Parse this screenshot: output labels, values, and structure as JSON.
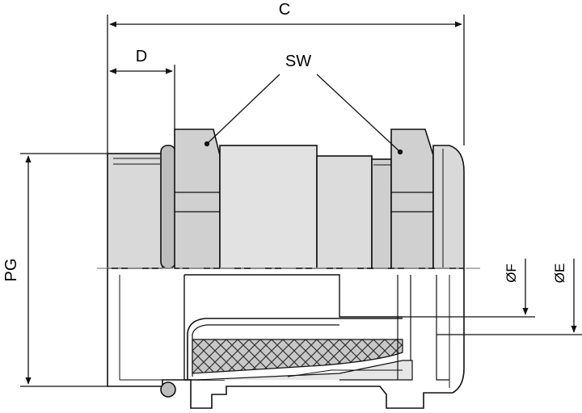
{
  "labels": {
    "c": "C",
    "d": "D",
    "sw": "SW",
    "pg": "PG",
    "f": "ØF",
    "e": "ØE"
  },
  "colors": {
    "line": "#111111",
    "metal": "#d6d6d6",
    "metal_dark": "#bdbdbd",
    "metal_light": "#e6e6e6",
    "centerline": "#9a9a9a",
    "braid": "#c4c4c4"
  }
}
